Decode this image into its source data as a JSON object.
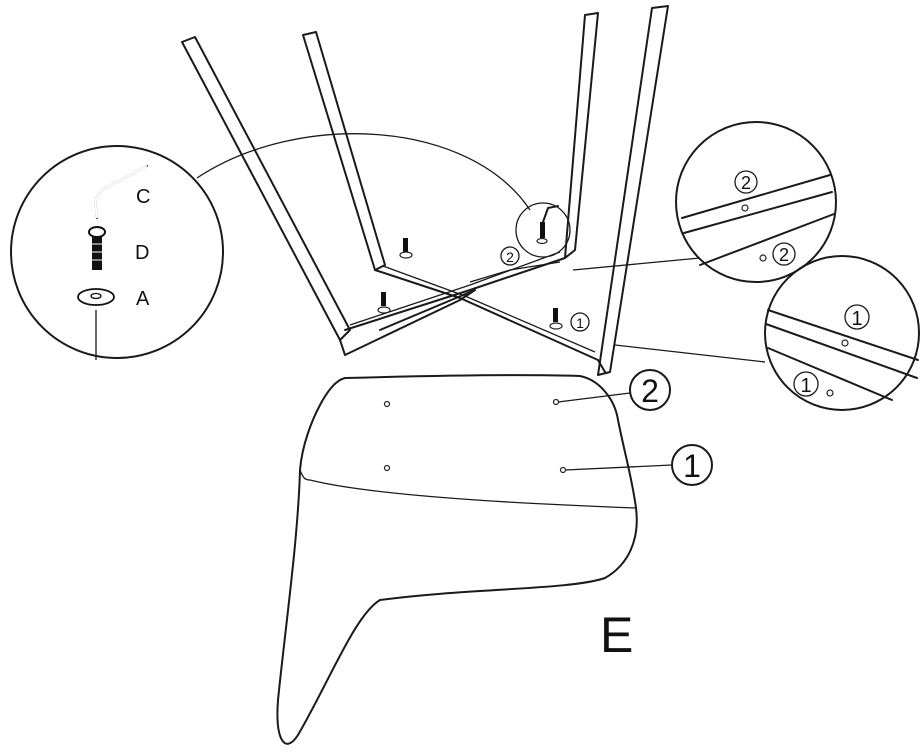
{
  "parts": {
    "allen_key": "C",
    "bolt": "D",
    "washer": "A",
    "seat_shell": "E"
  },
  "markers": {
    "one": "1",
    "two": "2"
  }
}
